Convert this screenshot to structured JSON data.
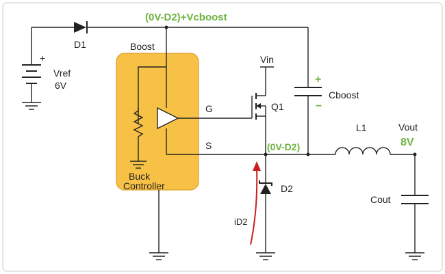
{
  "labels": {
    "boost_node": "(0V-D2)+Vcboost",
    "d1": "D1",
    "boost": "Boost",
    "vin": "Vin",
    "cboost": "Cboost",
    "vref": "Vref",
    "vref_value": "6V",
    "g_pin": "G",
    "q1": "Q1",
    "s_pin": "S",
    "switch_node": "(0V-D2)",
    "l1": "L1",
    "vout": "Vout",
    "vout_value": "8V",
    "buck": "Buck",
    "controller": "Controller",
    "d2": "D2",
    "cout": "Cout",
    "id2": "iD2",
    "plus": "+",
    "minus": "−"
  },
  "colors": {
    "controller_fill": "#f7c145",
    "controller_stroke": "#d9a02b",
    "accent_green": "#6db33f",
    "current_arrow": "#cc1f1f",
    "wire": "#222222"
  }
}
